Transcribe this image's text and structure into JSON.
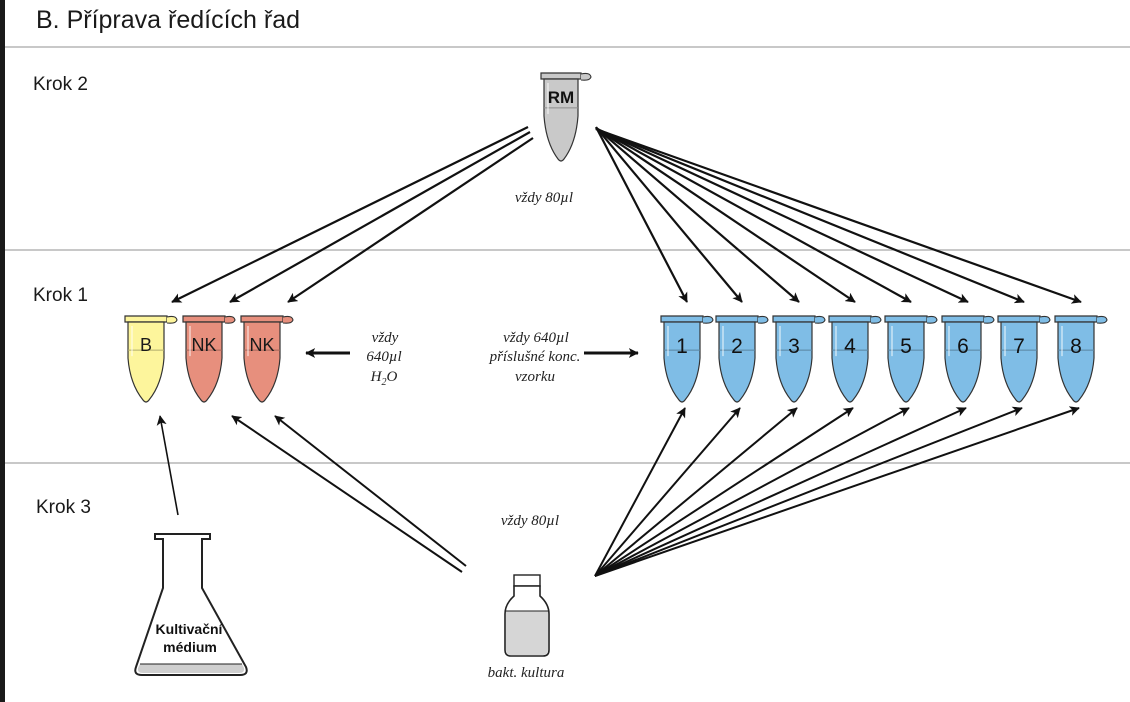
{
  "title": "B. Příprava ředících řad",
  "steps": [
    "Krok 2",
    "Krok 1",
    "Krok 3"
  ],
  "rm_tube": {
    "label": "RM",
    "note": "vždy 80µl",
    "color": "#c9c9c9"
  },
  "control_tubes": [
    {
      "label": "B",
      "color": "#fdf59c"
    },
    {
      "label": "NK",
      "color": "#e78f7d"
    },
    {
      "label": "NK",
      "color": "#e78f7d"
    }
  ],
  "water_note": {
    "line1": "vždy",
    "line2": "640µl",
    "line3": "H",
    "sub": "2",
    "line3b": "O"
  },
  "sample_note": {
    "line1": "vždy 640µl",
    "line2": "příslušné konc.",
    "line3": "vzorku"
  },
  "sample_tubes": {
    "labels": [
      "1",
      "2",
      "3",
      "4",
      "5",
      "6",
      "7",
      "8"
    ],
    "color": "#7fbde6"
  },
  "culture_note": "vždy 80µl",
  "bottle": {
    "label": "bakt. kultura"
  },
  "flask": {
    "line1": "Kultivační",
    "line2": "médium"
  }
}
